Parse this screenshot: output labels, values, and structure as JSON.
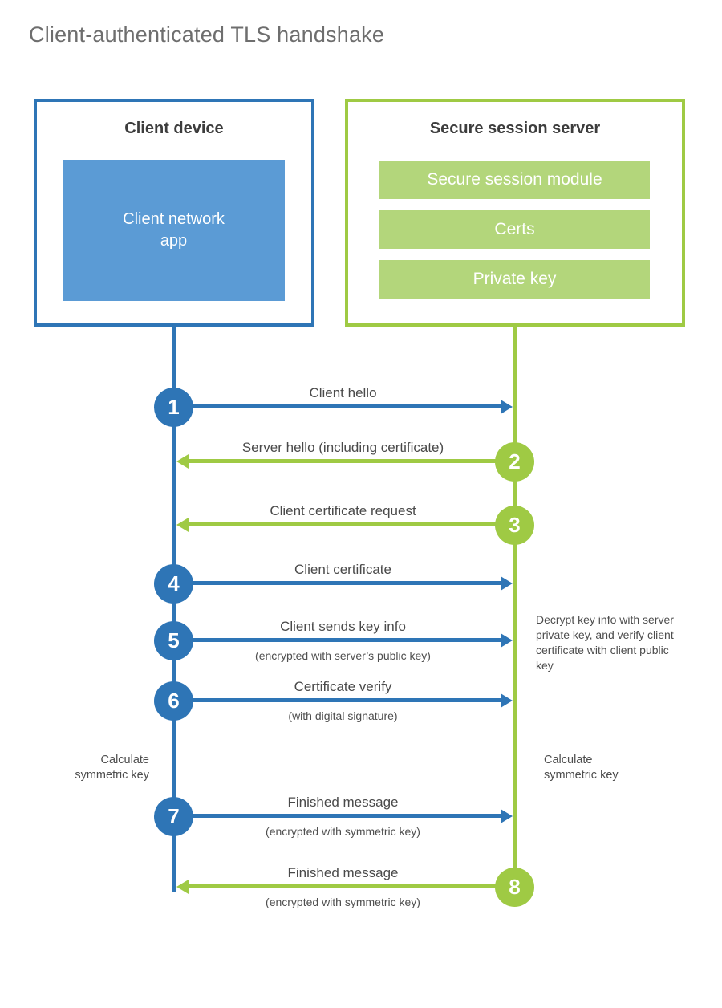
{
  "title": "Client-authenticated TLS handshake",
  "colors": {
    "blue": "#2e75b6",
    "blue_light": "#5b9bd5",
    "green": "#9fca44",
    "green_light": "#b3d67b"
  },
  "client": {
    "title": "Client device",
    "app_label": "Client network app"
  },
  "server": {
    "title": "Secure session server",
    "modules": [
      "Secure session module",
      "Certs",
      "Private key"
    ]
  },
  "steps": [
    {
      "num": "1",
      "label": "Client hello",
      "from": "client",
      "to": "server"
    },
    {
      "num": "2",
      "label": "Server hello (including certificate)",
      "from": "server",
      "to": "client"
    },
    {
      "num": "3",
      "label": "Client certificate request",
      "from": "server",
      "to": "client"
    },
    {
      "num": "4",
      "label": "Client certificate",
      "from": "client",
      "to": "server"
    },
    {
      "num": "5",
      "label": "Client sends key info",
      "sublabel": "(encrypted with server’s public key)",
      "from": "client",
      "to": "server"
    },
    {
      "num": "6",
      "label": "Certificate verify",
      "sublabel": "(with digital signature)",
      "from": "client",
      "to": "server"
    },
    {
      "num": "7",
      "label": "Finished message",
      "sublabel": "(encrypted with symmetric key)",
      "from": "client",
      "to": "server"
    },
    {
      "num": "8",
      "label": "Finished message",
      "sublabel": "(encrypted with symmetric key)",
      "from": "server",
      "to": "client"
    }
  ],
  "annotations": {
    "client_calc": "Calculate symmetric key",
    "server_calc": "Calculate symmetric key",
    "server_decrypt": "Decrypt key info with server private key, and verify client certificate with client public key"
  }
}
